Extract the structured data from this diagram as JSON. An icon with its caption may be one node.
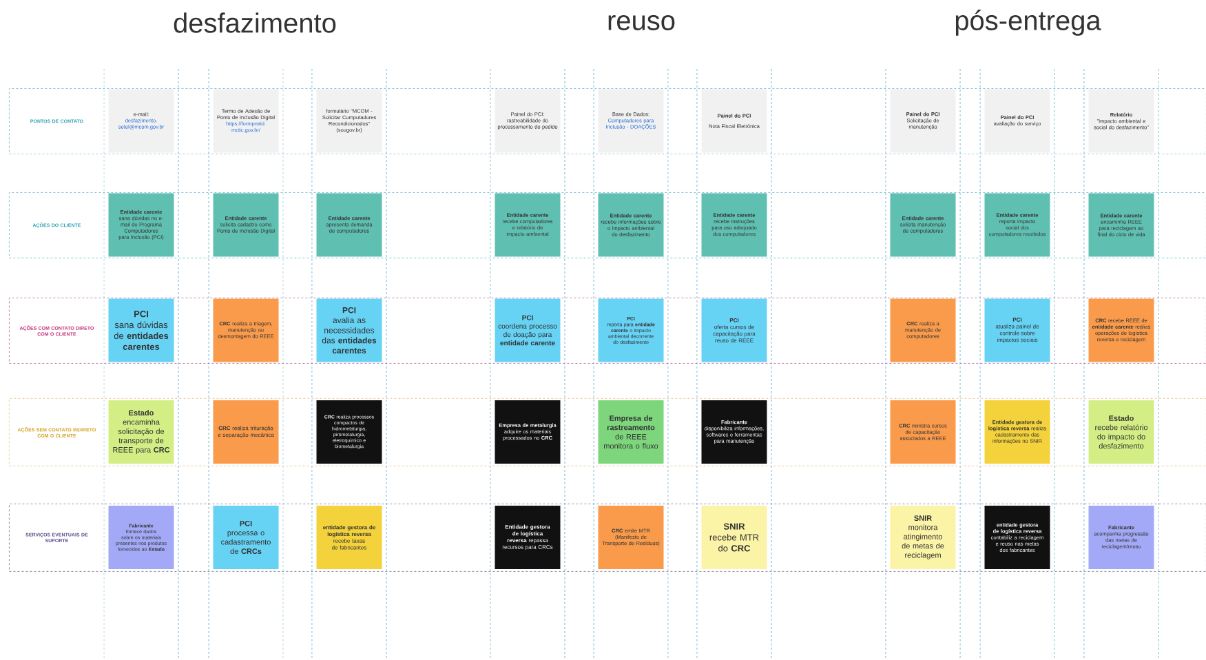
{
  "diagram": {
    "nodes": [
      {
        "text": [
          "PONTOS DE CONTATO"
        ]
      },
      {
        "text": [
          "e-mail:",
          "desfazimento.setel@mcom.gov.br"
        ],
        "in": 0
      },
      {
        "text": [
          "Termo de Adesão de Ponto de Inclusão Digital",
          "https://formpnaid.mctic.gov.br/"
        ],
        "in": 0
      },
      {
        "text": [
          "formulário \"MCOM - Solicitar Computadores Recondicionados\" (sougov.br)"
        ],
        "in": 0
      },
      {
        "text": [
          "Painel do PCI: rastreabilidade do processamento do pedido"
        ],
        "in": 0
      },
      {
        "text": [
          "Base de Dados:",
          "Computadores para Inclusão - DOAÇÕES"
        ],
        "in": 0
      },
      {
        "text": [
          "Painel do PCI",
          "Nota Fiscal Eletrônica"
        ],
        "in": 0
      },
      {
        "text": [
          "Painel do PCI",
          "Solicitação de manutenção"
        ],
        "in": 0
      },
      {
        "text": [
          "Painel do PCI",
          "avaliação do serviço"
        ],
        "in": 0
      },
      {
        "text": [
          "Relatório",
          "\"impacto ambiental e social do desfazimento\""
        ],
        "in": 0
      },
      {
        "text": [
          "AÇÕES DO CLIENTE"
        ]
      },
      {
        "text": [
          "Entidade carente",
          "sana dúvidas no e-mail do Programa Computadores para Inclusão (PCI)"
        ],
        "in": 10
      },
      {
        "text": [
          "Entidade carente",
          "solicita cadastro como Ponto de Inclusão Digital"
        ],
        "in": 10
      },
      {
        "text": [
          "Entidade carente",
          "apresenta demanda de computadores"
        ],
        "in": 10
      },
      {
        "text": [
          "Entidade carente",
          "recebe computadores e relatório de impacto ambiental"
        ],
        "in": 10
      },
      {
        "text": [
          "Entidade carente",
          "recebe informações sobre o impacto ambiental do desfazimento"
        ],
        "in": 10
      },
      {
        "text": [
          "Entidade carente",
          "recebe instruções para uso adequado dos computadores"
        ],
        "in": 10
      },
      {
        "text": [
          "Entidade carente",
          "solicita manutenção de computadores"
        ],
        "in": 10
      },
      {
        "text": [
          "Entidade carente",
          "reporta impacto social dos computadores recebidos"
        ],
        "in": 10
      },
      {
        "text": [
          "Entidade carente",
          "encaminha REEE para reciclagem ao final do ciclo de vida"
        ],
        "in": 10
      },
      {
        "text": [
          "AÇÕES COM CONTATO DIRETO COM O CLIENTE"
        ]
      },
      {
        "text": [
          "PCI",
          "sana dúvidas de **entidades carentes**"
        ],
        "in": 20
      },
      {
        "text": [
          "**CRC** realiza a triagem, manutenção ou desmontagem do REEE"
        ],
        "in": 20
      },
      {
        "text": [
          "PCI",
          "avalia as necessidades das **entidades carentes**"
        ],
        "in": 20
      },
      {
        "text": [
          "PCI",
          "coordena processo de doação para **entidade carente**"
        ],
        "in": 20
      },
      {
        "text": [
          "PCI",
          "reporta para **entidade carente** o impacto ambiental decorrente do desfazimento"
        ],
        "in": 20
      },
      {
        "text": [
          "PCI",
          "oferta cursos de capacitação para reuso de REEE"
        ],
        "in": 20
      },
      {
        "text": [
          "**CRC** realiza a manutenção de computadores"
        ],
        "in": 20
      },
      {
        "text": [
          "PCI",
          "atualiza painel de controle sobre impactos sociais"
        ],
        "in": 20
      },
      {
        "text": [
          "**CRC** recebe REEE de **entidade carente** realiza operações de logística reversa e reciclagem"
        ],
        "in": 20
      },
      {
        "text": [
          "AÇÕES SEM CONTATO INDIRETO COM O CLIENTE"
        ]
      },
      {
        "text": [
          "Estado",
          "encaminha solicitação de transporte de REEE para **CRC**"
        ],
        "in": 30
      },
      {
        "text": [
          "**CRC** realiza trituração e separação mecânica"
        ],
        "in": 30
      },
      {
        "text": [
          "**CRC** realiza processos compactos de hidrometalurgia, pirometalurgia, eletroquímico e biometalurgia"
        ],
        "in": 30
      },
      {
        "text": [
          "Empresa de metalurgia",
          "adquire os materiais processados no **CRC**"
        ],
        "in": 30
      },
      {
        "text": [
          "Empresa de rastreamento",
          "de REEE monitora o fluxo"
        ],
        "in": 30
      },
      {
        "text": [
          "Fabricante",
          "disponibiliza informações, softwares e ferramentas para manutenção"
        ],
        "in": 30
      },
      {
        "text": [
          "**CRC** ministra cursos de capacitação associados a REEE"
        ],
        "in": 30
      },
      {
        "text": [
          "**Entidade gestora de logística reversa** realiza cadastramento das informações no SNIR"
        ],
        "in": 30
      },
      {
        "text": [
          "Estado",
          "recebe relatório do impacto do desfazimento"
        ],
        "in": 30
      },
      {
        "text": [
          "SERVIÇOS EVENTUAIS DE SUPORTE"
        ]
      },
      {
        "text": [
          "Fabricante",
          "fornece dados sobre os materiais presentes nos produtos fornecidos ao **Estado**"
        ],
        "in": 40
      },
      {
        "text": [
          "PCI",
          "processa o cadastramento de **CRCs**"
        ],
        "in": 40
      },
      {
        "text": [
          "**entidade gestora de logística reversa** recebe taxas de fabricantes"
        ],
        "in": 40
      },
      {
        "text": [
          "**Entidade gestora de logística reversa** repassa recursos para CRCs"
        ],
        "in": 40
      },
      {
        "text": [
          "**CRC** emite MTR (Manifesto de Transporte de Resíduos)"
        ],
        "in": 40
      },
      {
        "text": [
          "SNIR",
          "recebe MTR do **CRC**"
        ],
        "in": 40
      },
      {
        "text": [
          "SNIR",
          "monitora atingimento de metas de reciclagem"
        ],
        "in": 40
      },
      {
        "text": [
          "**entidade gestora de logística reversa** contabiliz a reciclagem e reuso nas metas dos fabricantes"
        ],
        "in": 40
      },
      {
        "text": [
          "Fabricante",
          "acompanha progressão das metas de reciclagem/reuso"
        ],
        "in": 40
      }
    ],
    "labels": [
      "desfazimento",
      "reuso",
      "pós-entrega"
    ]
  }
}
